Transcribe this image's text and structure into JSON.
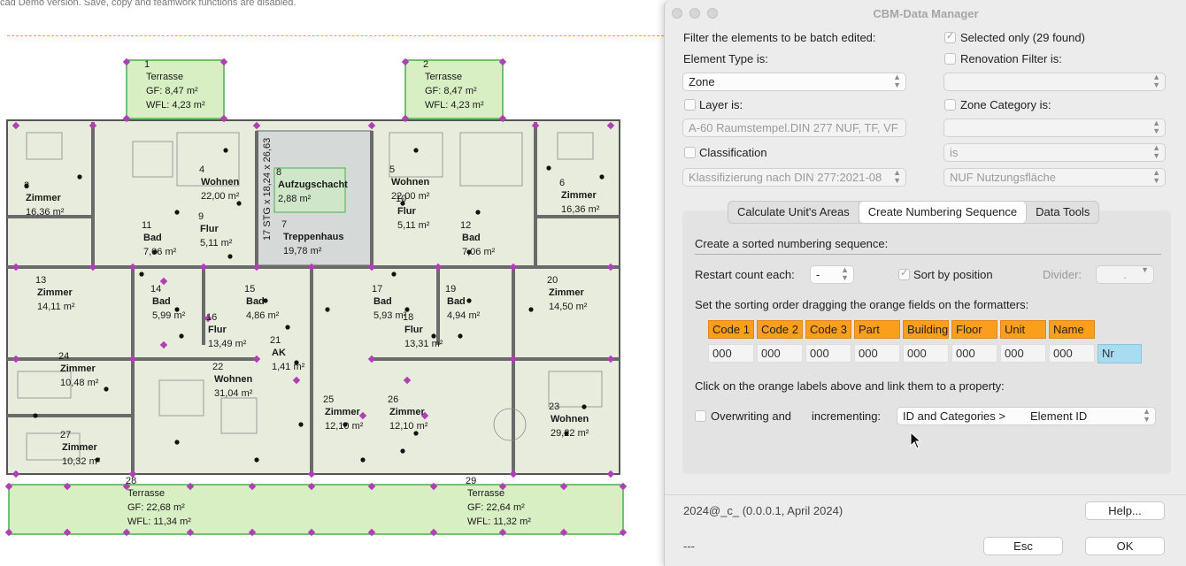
{
  "banner": "cad Demo version. Save, copy and teamwork functions are disabled.",
  "plan": {
    "zones": [
      {
        "num": "1",
        "name": "Terrasse",
        "lines": [
          "GF: 8,47 m²",
          "WFL: 4,23 m²"
        ],
        "bold": false
      },
      {
        "num": "2",
        "name": "Terrasse",
        "lines": [
          "GF: 8,47 m²",
          "WFL: 4,23 m²"
        ],
        "bold": false
      },
      {
        "num": "3",
        "name": "Zimmer",
        "lines": [
          "16,36 m²"
        ],
        "bold": true
      },
      {
        "num": "4",
        "name": "Wohnen",
        "lines": [
          "22,00 m²"
        ],
        "bold": true
      },
      {
        "num": "5",
        "name": "Wohnen",
        "lines": [
          "22,00 m²"
        ],
        "bold": true
      },
      {
        "num": "6",
        "name": "Zimmer",
        "lines": [
          "16,36 m²"
        ],
        "bold": true
      },
      {
        "num": "7",
        "name": "Treppenhaus",
        "lines": [
          "19,78 m²"
        ],
        "bold": true
      },
      {
        "num": "8",
        "name": "Aufzugschacht",
        "lines": [
          "2,88 m²"
        ],
        "bold": true
      },
      {
        "num": "9",
        "name": "Flur",
        "lines": [
          "5,11 m²"
        ],
        "bold": true
      },
      {
        "num": "10",
        "name": "Flur",
        "lines": [
          "5,11 m²"
        ],
        "bold": true
      },
      {
        "num": "11",
        "name": "Bad",
        "lines": [
          "7,06 m²"
        ],
        "bold": true
      },
      {
        "num": "12",
        "name": "Bad",
        "lines": [
          "7,06 m²"
        ],
        "bold": true
      },
      {
        "num": "13",
        "name": "Zimmer",
        "lines": [
          "14,11 m²"
        ],
        "bold": true
      },
      {
        "num": "14",
        "name": "Bad",
        "lines": [
          "5,99 m²"
        ],
        "bold": true
      },
      {
        "num": "15",
        "name": "Bad",
        "lines": [
          "4,86 m²"
        ],
        "bold": true
      },
      {
        "num": "16",
        "name": "Flur",
        "lines": [
          "13,49 m²"
        ],
        "bold": true
      },
      {
        "num": "17",
        "name": "Bad",
        "lines": [
          "5,93 m²"
        ],
        "bold": true
      },
      {
        "num": "18",
        "name": "Flur",
        "lines": [
          "13,31 m²"
        ],
        "bold": true
      },
      {
        "num": "19",
        "name": "Bad",
        "lines": [
          "4,94 m²"
        ],
        "bold": true
      },
      {
        "num": "20",
        "name": "Zimmer",
        "lines": [
          "14,50 m²"
        ],
        "bold": true
      },
      {
        "num": "21",
        "name": "AK",
        "lines": [
          "1,41 m²"
        ],
        "bold": true
      },
      {
        "num": "22",
        "name": "Wohnen",
        "lines": [
          "31,04 m²"
        ],
        "bold": true
      },
      {
        "num": "23",
        "name": "Wohnen",
        "lines": [
          "29,22 m²"
        ],
        "bold": true
      },
      {
        "num": "24",
        "name": "Zimmer",
        "lines": [
          "10,48 m²"
        ],
        "bold": true
      },
      {
        "num": "25",
        "name": "Zimmer",
        "lines": [
          "12,10 m²"
        ],
        "bold": true
      },
      {
        "num": "26",
        "name": "Zimmer",
        "lines": [
          "12,10 m²"
        ],
        "bold": true
      },
      {
        "num": "27",
        "name": "Zimmer",
        "lines": [
          "10,32 m²"
        ],
        "bold": true
      },
      {
        "num": "28",
        "name": "Terrasse",
        "lines": [
          "GF: 22,68 m²",
          "WFL: 11,34 m²"
        ],
        "bold": false
      },
      {
        "num": "29",
        "name": "Terrasse",
        "lines": [
          "GF: 22,64 m²",
          "WFL: 11,32 m²"
        ],
        "bold": false
      }
    ],
    "stair_label": "17 STG x 18,24 x 26,63"
  },
  "window": {
    "title": "CBM-Data Manager",
    "filter_label": "Filter the elements to be batch edited:",
    "selected_only": {
      "label": "Selected only (29 found)",
      "checked": true
    },
    "element_type_label": "Element Type is:",
    "element_type_value": "Zone",
    "renovation_label": "Renovation Filter is:",
    "renovation_value": "",
    "layer_label": "Layer is:",
    "layer_value": "A-60 Raumstempel.DIN 277 NUF, TF, VF",
    "zone_category_label": "Zone Category is:",
    "zone_category_value": "",
    "classification_label": "Classification",
    "classification_op": "is",
    "classification_system": "Klassifizierung nach DIN 277:2021-08",
    "classification_value": "NUF Nutzungsfläche",
    "tabs": [
      "Calculate Unit's Areas",
      "Create Numbering Sequence",
      "Data Tools"
    ],
    "active_tab": 1,
    "seq_title": "Create a sorted numbering sequence:",
    "restart_label": "Restart count each:",
    "restart_value": "-",
    "sort_by_position": {
      "label": "Sort by position",
      "checked": true
    },
    "divider_label": "Divider:",
    "divider_value": ".",
    "order_label": "Set the sorting order dragging the orange fields on the formatters:",
    "formatters": [
      "Code 1",
      "Code 2",
      "Code 3",
      "Part",
      "Building",
      "Floor",
      "Unit",
      "Name"
    ],
    "formatter_values": [
      "000",
      "000",
      "000",
      "000",
      "000",
      "000",
      "000",
      "000"
    ],
    "nr_label": "Nr",
    "link_label": "Click on the orange labels above and link them to a property:",
    "overwrite_label": "Overwriting and",
    "incrementing_label": "incrementing:",
    "property_group": "ID and Categories >",
    "property_value": "Element ID",
    "version": "2024@_c_ (0.0.0.1, April 2024)",
    "help_label": "Help...",
    "status": "---",
    "esc_label": "Esc",
    "ok_label": "OK"
  },
  "colors": {
    "accent_orange": "#f99f1c",
    "nr_blue": "#a8dcf0",
    "zone_fill": "#d9e8c4",
    "zone_edge": "#4cae4c",
    "handle": "#b03fb5"
  }
}
